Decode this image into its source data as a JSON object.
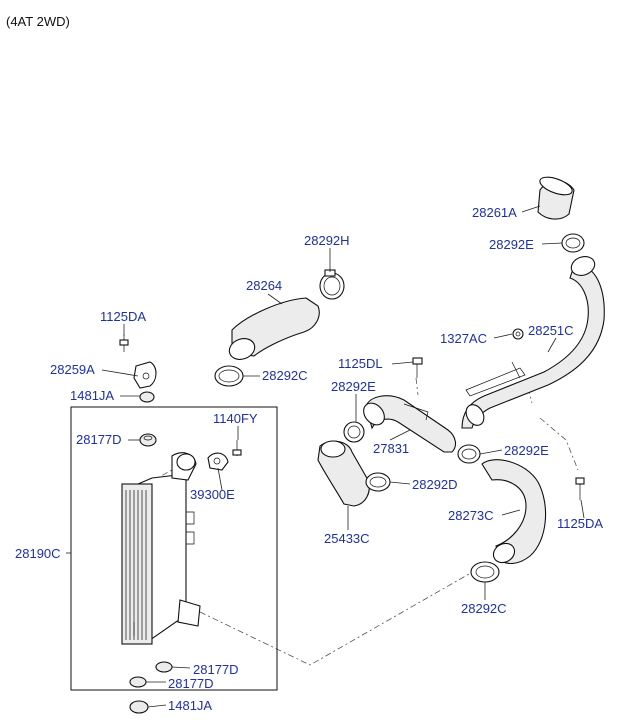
{
  "header": {
    "variant": "(4AT 2WD)"
  },
  "labels": {
    "p28261A": "28261A",
    "p28292E_top": "28292E",
    "p28292H": "28292H",
    "p28264": "28264",
    "p1125DA_left": "1125DA",
    "p28259A": "28259A",
    "p1481JA_top": "1481JA",
    "p28292C_upper": "28292C",
    "p1327AC": "1327AC",
    "p28251C": "28251C",
    "p1125DL": "1125DL",
    "p28292E_mid": "28292E",
    "p1140FY": "1140FY",
    "p28177D_top": "28177D",
    "p27831": "27831",
    "p28292E_right": "28292E",
    "p28292D": "28292D",
    "p39300E": "39300E",
    "p28190C": "28190C",
    "p25433C": "25433C",
    "p28273C": "28273C",
    "p1125DA_right": "1125DA",
    "p28292C_lower": "28292C",
    "p28177D_mid": "28177D",
    "p28177D_low": "28177D",
    "p1481JA_bottom": "1481JA"
  },
  "colors": {
    "label": "#1f2fa8",
    "line": "#222222"
  }
}
